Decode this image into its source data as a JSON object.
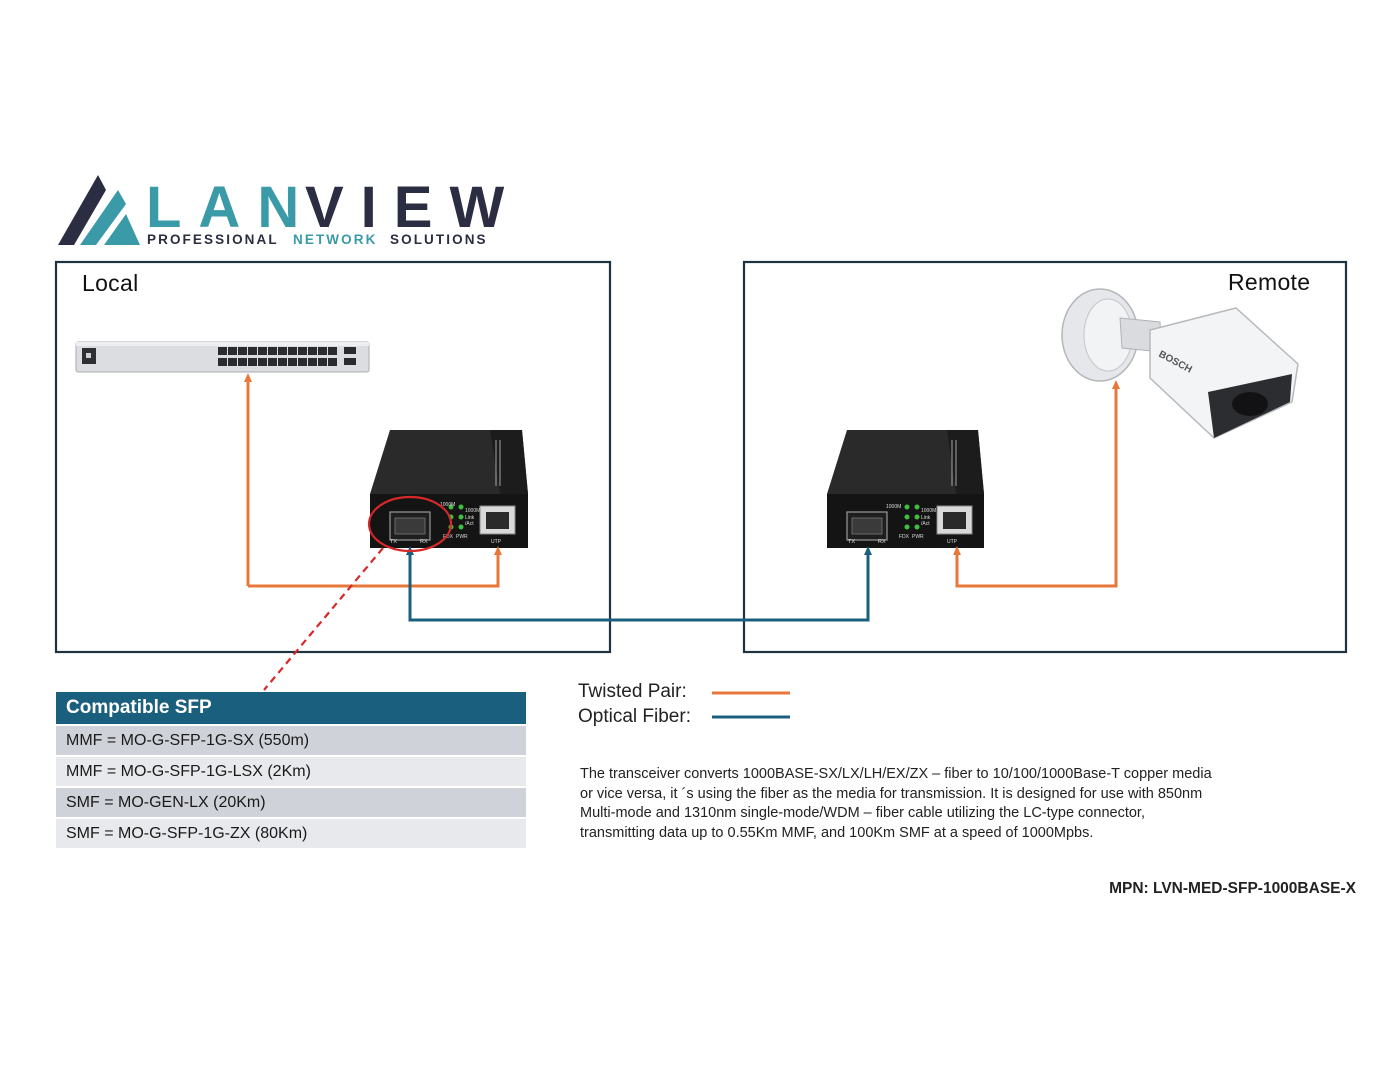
{
  "logo": {
    "brand_left": "LAN",
    "brand_right": "VIEW",
    "tagline_1": "PROFESSIONAL",
    "tagline_2": "NETWORK",
    "tagline_3": "SOLUTIONS",
    "colors": {
      "dark": "#2b2d42",
      "teal": "#3a9aa8"
    }
  },
  "local_box": {
    "label": "Local"
  },
  "remote_box": {
    "label": "Remote"
  },
  "devices": {
    "converter_ports": {
      "tx": "TX",
      "rx": "RX",
      "utp": "UTP",
      "fdx": "FDX",
      "pwr": "PWR",
      "link": "Link",
      "act": "/Act",
      "speed": "1000M"
    },
    "camera_brand": "BOSCH",
    "icons": [
      "network-switch-image",
      "media-converter-image",
      "bullet-camera-image"
    ]
  },
  "sfp_table": {
    "header": "Compatible SFP",
    "rows": [
      "MMF = MO-G-SFP-1G-SX (550m)",
      "MMF = MO-G-SFP-1G-LSX (2Km)",
      "SMF = MO-GEN-LX (20Km)",
      "SMF = MO-G-SFP-1G-ZX (80Km)"
    ]
  },
  "legend": {
    "twisted_pair": "Twisted Pair:",
    "optical_fiber": "Optical Fiber:",
    "colors": {
      "twisted_pair": "#e8773a",
      "optical_fiber": "#1b5f7e"
    }
  },
  "description": "The transceiver  converts 1000BASE-SX/LX/LH/EX/ZX – fiber to 10/100/1000Base-T copper media\nor vice versa, it ´s using the fiber as the media for transmission. It is designed for use with 850nm\nMulti-mode and 1310nm single-mode/WDM – fiber cable utilizing the LC-type connector,\ntransmitting data up to 0.55Km MMF, and 100Km SMF at a speed of 1000Mpbs.",
  "mpn": "MPN: LVN-MED-SFP-1000BASE-X",
  "highlight_color": "#d62828"
}
